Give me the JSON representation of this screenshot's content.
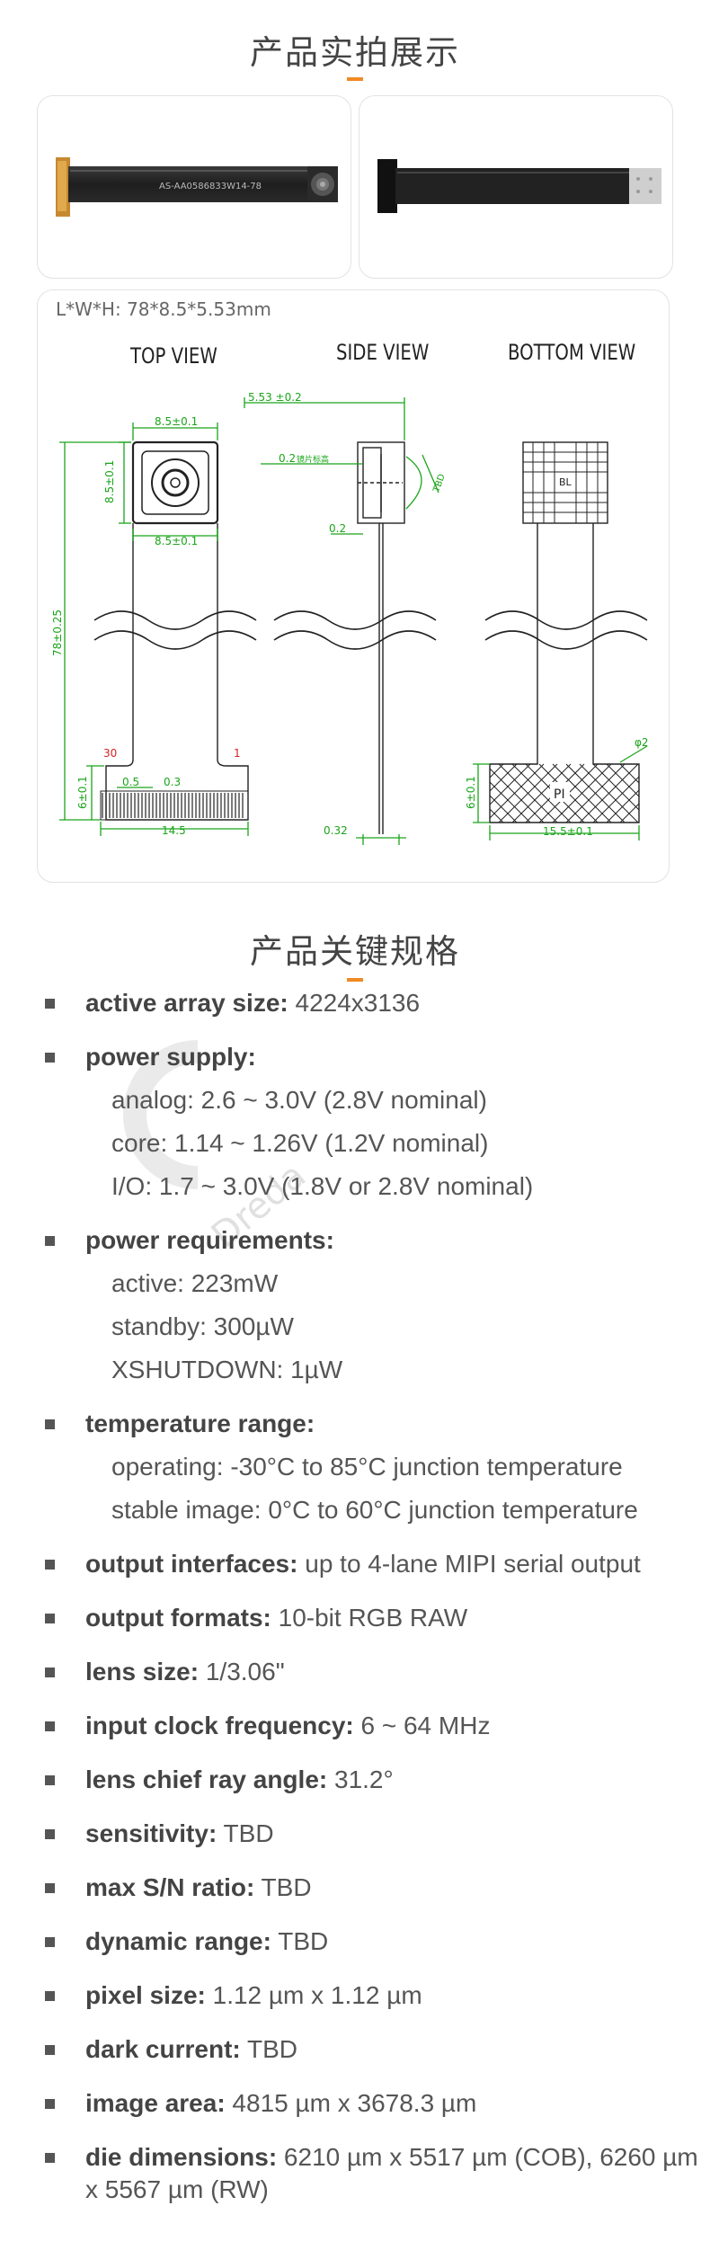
{
  "photos_section": {
    "title": "产品实拍展示"
  },
  "photo_left": {
    "pcb_text": "AS-AA0586833W14-78"
  },
  "drawing": {
    "dimensions_label": "L*W*H:  78*8.5*5.53mm",
    "views": [
      "TOP VIEW",
      "SIDE VIEW",
      "BOTTOM VIEW"
    ],
    "top_labels": [
      "8.5±0.1",
      "8.5±0.1",
      "8.5±0.1",
      "78±0.25",
      "30",
      "1",
      "6±0.1",
      "0.5",
      "0.3",
      "14.5"
    ],
    "side_labels": [
      "5.53 ±0.2",
      "0.2",
      "镜片标高",
      "0.2",
      "TBD",
      "0.32"
    ],
    "bottom_labels": [
      "BL",
      "φ2",
      "6±0.1",
      "PI",
      "15.5±0.1"
    ]
  },
  "specs_section": {
    "title": "产品关键规格"
  },
  "specs": [
    {
      "label": "active array size:",
      "value": " 4224x3136"
    },
    {
      "label": "power supply:",
      "value": "",
      "sub": [
        "analog: 2.6 ~ 3.0V (2.8V nominal)",
        "core: 1.14 ~ 1.26V (1.2V nominal)",
        "I/O: 1.7 ~ 3.0V (1.8V or 2.8V nominal)"
      ]
    },
    {
      "label": "power requirements:",
      "value": "",
      "sub": [
        "active: 223mW",
        "standby: 300µW",
        "XSHUTDOWN: 1µW"
      ]
    },
    {
      "label": "temperature range:",
      "value": "",
      "sub": [
        "operating: -30°C to 85°C junction temperature",
        "stable image: 0°C to 60°C junction temperature"
      ]
    },
    {
      "label": "output interfaces:",
      "value": " up to 4-lane MIPI serial output"
    },
    {
      "label": "output formats:",
      "value": " 10-bit RGB RAW"
    },
    {
      "label": "lens size:",
      "value": " 1/3.06\""
    },
    {
      "label": "input clock frequency:",
      "value": " 6 ~ 64 MHz"
    },
    {
      "label": "lens chief ray angle:",
      "value": " 31.2°"
    },
    {
      "label": "sensitivity:",
      "value": " TBD"
    },
    {
      "label": "max S/N ratio:",
      "value": " TBD"
    },
    {
      "label": "dynamic range:",
      "value": " TBD"
    },
    {
      "label": "pixel size:",
      "value": " 1.12 µm x 1.12 µm"
    },
    {
      "label": "dark current:",
      "value": " TBD"
    },
    {
      "label": "image area:",
      "value": " 4815 µm x 3678.3 µm"
    },
    {
      "label": "die dimensions:",
      "value": " 6210 µm x 5517 µm (COB), 6260 µm x 5567 µm (RW)"
    }
  ],
  "colors": {
    "accent": "#f08a24",
    "dimension_green": "#1aa51a",
    "marker_red": "#d62020"
  },
  "watermark": {
    "text": "Dreda"
  }
}
